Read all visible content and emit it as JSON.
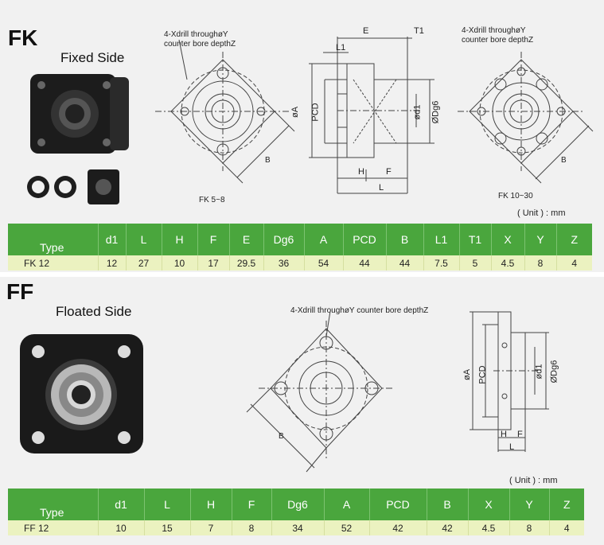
{
  "fk": {
    "code": "FK",
    "side_label": "Fixed Side",
    "drill_note_line1": "4-Xdrill throughøY",
    "drill_note_line2": "counter bore depthZ",
    "range_small": "FK 5~8",
    "range_large": "FK 10~30",
    "dim_b": "B",
    "dim_e": "E",
    "dim_t1": "T1",
    "dim_l1": "L1",
    "dim_a": "øA",
    "dim_pcd": "PCD",
    "dim_d1": "ød1",
    "dim_dg6": "ØDg6",
    "dim_h": "H",
    "dim_f": "F",
    "dim_l": "L",
    "unit": "( Unit ) : mm",
    "table": {
      "headers": [
        "Type",
        "d1",
        "L",
        "H",
        "F",
        "E",
        "Dg6",
        "A",
        "PCD",
        "B",
        "L1",
        "T1",
        "X",
        "Y",
        "Z"
      ],
      "row": [
        "FK  12",
        "12",
        "27",
        "10",
        "17",
        "29.5",
        "36",
        "54",
        "44",
        "44",
        "7.5",
        "5",
        "4.5",
        "8",
        "4"
      ]
    }
  },
  "ff": {
    "code": "FF",
    "side_label": "Floated Side",
    "drill_note": "4-Xdrill throughøY counter bore depthZ",
    "dim_b": "B",
    "dim_a": "øA",
    "dim_pcd": "PCD",
    "dim_d1": "ød1",
    "dim_dg6": "ØDg6",
    "dim_h": "H",
    "dim_f": "F",
    "dim_l": "L",
    "unit": "( Unit ) : mm",
    "table": {
      "headers": [
        "Type",
        "d1",
        "L",
        "H",
        "F",
        "Dg6",
        "A",
        "PCD",
        "B",
        "X",
        "Y",
        "Z"
      ],
      "row": [
        "FF  12",
        "10",
        "15",
        "7",
        "8",
        "34",
        "52",
        "42",
        "42",
        "4.5",
        "8",
        "4"
      ]
    }
  }
}
